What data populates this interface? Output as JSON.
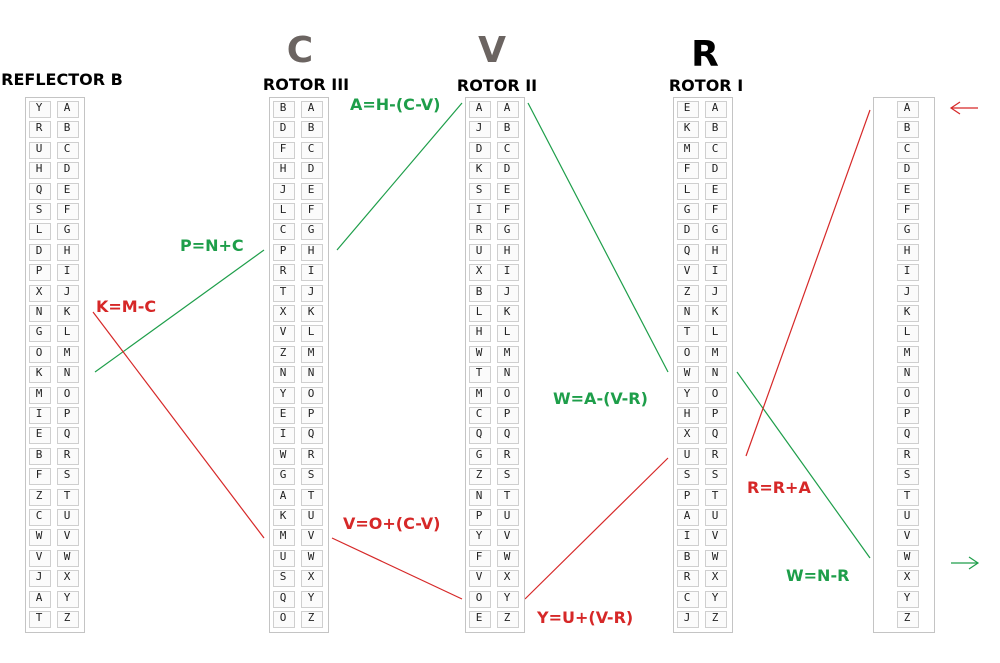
{
  "titles": {
    "reflector": "REFLECTOR B",
    "rotor3": "ROTOR III",
    "rotor2": "ROTOR II",
    "rotor1": "ROTOR I",
    "rotor3_letter": "C",
    "rotor2_letter": "V",
    "rotor1_letter": "R"
  },
  "alphabet": "ABCDEFGHIJKLMNOPQRSTUVWXYZ",
  "reflector_left": "YRUHQSLDPXNGOKMIEBFZCWVJAT",
  "rotor3_left": "BDFHJLCPRTXVZNYEIWGAKMUSQO",
  "rotor2_left": "AJDKSIRUXBLHWTMCQGZNPYFVOE",
  "rotor1_left": "EKMFLGDQVZNTOWYHXUSPAIBRCJ",
  "labels": {
    "a_eq": "A=H-(C-V)",
    "p_eq": "P=N+C",
    "k_eq": "K=M-C",
    "w_eq1": "W=A-(V-R)",
    "v_eq": "V=O+(C-V)",
    "r_eq": "R=R+A",
    "y_eq": "Y=U+(V-R)",
    "w_eq2": "W=N-R"
  },
  "colors": {
    "green": "#1e9e4a",
    "red": "#d62828"
  }
}
